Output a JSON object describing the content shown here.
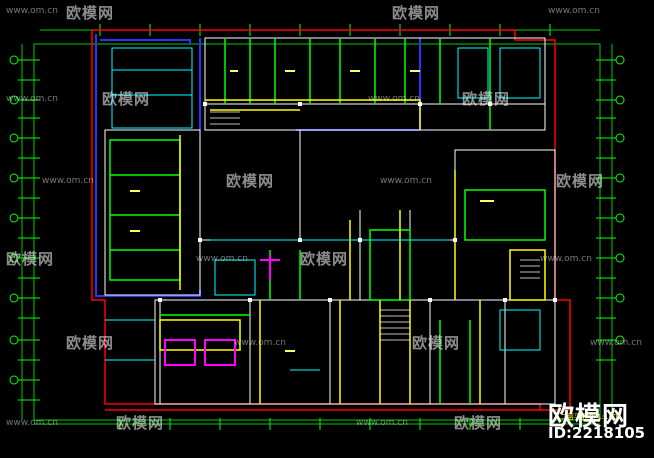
{
  "drawing": {
    "background": "#000000",
    "palette": {
      "wall": "#ffffff",
      "partition_green": "#00ff00",
      "partition_yellow": "#ffff00",
      "cyan": "#00ffff",
      "blue": "#0000ff",
      "magenta": "#ff00ff",
      "red": "#ff0000",
      "dim_green": "#00cc00"
    }
  },
  "watermarks": {
    "main": "欧模网",
    "site": "www.om.cn"
  },
  "brand": {
    "logo_text": "欧模网",
    "id_text": "ID:2218105"
  },
  "plan_title": "二层平面图 1:100"
}
